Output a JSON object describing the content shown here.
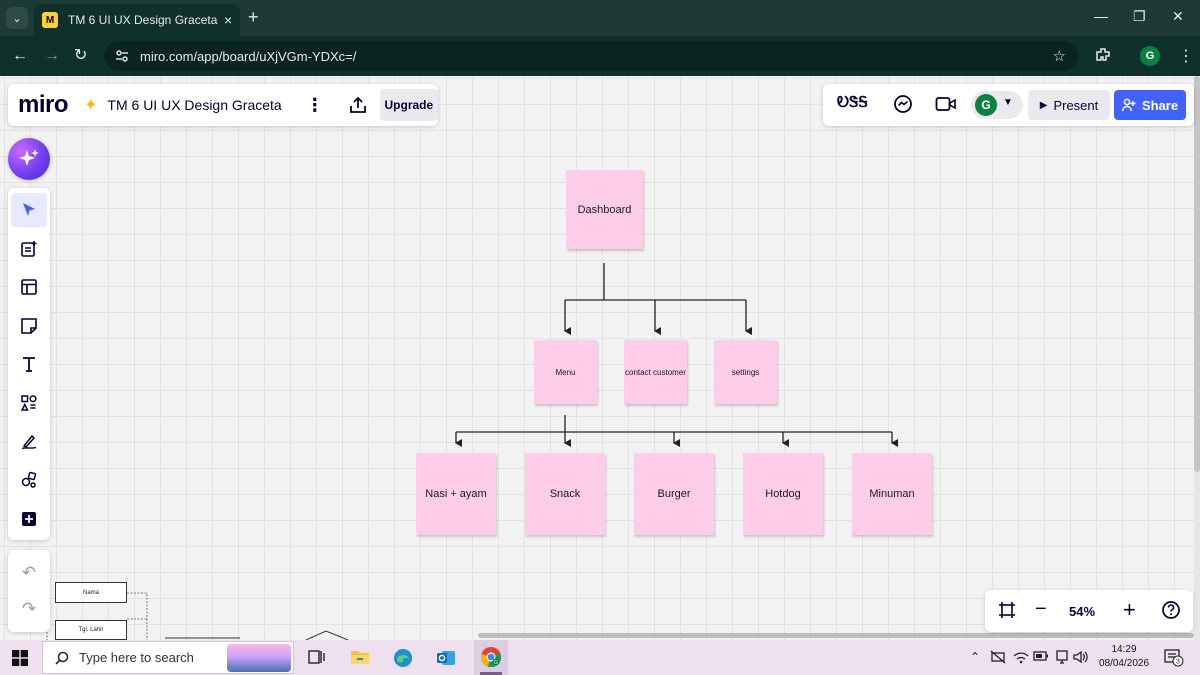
{
  "browser": {
    "tab_title": "TM 6 UI UX Design Graceta - M",
    "url": "miro.com/app/board/uXjVGm-YDXc=/",
    "profile_initial": "G"
  },
  "board": {
    "logo": "miro",
    "title": "TM 6 UI UX Design Graceta",
    "upgrade_label": "Upgrade",
    "reactions_label": "ᎧᏕᎦ",
    "avatar_initial": "G",
    "present_label": "Present",
    "share_label": "Share",
    "zoom_level": "54%"
  },
  "diagram": {
    "root": "Dashboard",
    "level2": [
      "Menu",
      "contact customer",
      "settings"
    ],
    "level3": [
      "Nasi + ayam",
      "Snack",
      "Burger",
      "Hotdog",
      "Minuman"
    ]
  },
  "mini_diagram": {
    "box1": "Nama",
    "box2": "Tgl. Lahir"
  },
  "taskbar": {
    "search_placeholder": "Type here to search",
    "time": "14:29",
    "date": "08/04/2026",
    "notification_count": "3"
  },
  "colors": {
    "sticky": "#ffcdea",
    "share_blue": "#4262ff",
    "chrome_dark": "#10302b"
  }
}
